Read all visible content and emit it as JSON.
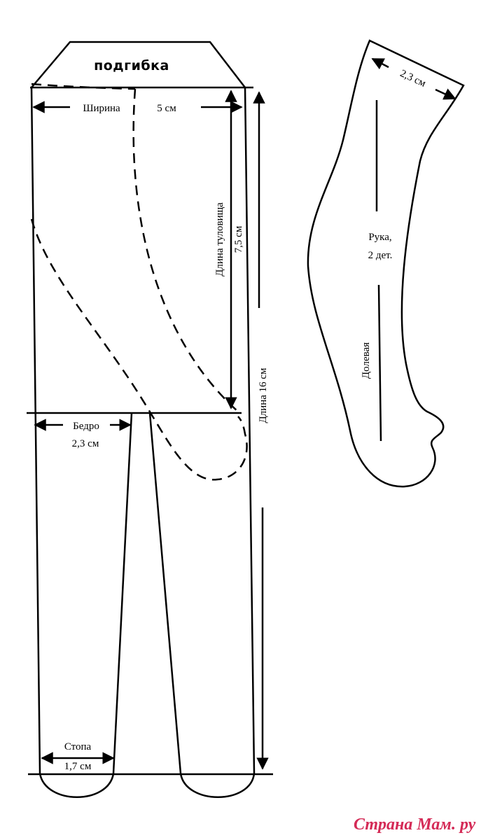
{
  "labels": {
    "fold": "подгибка",
    "width": "Ширина",
    "width_value": "5 см",
    "torso_length": "Длина туловища",
    "torso_value": "7,5 см",
    "total_length": "Длина 16 см",
    "hip": "Бедро",
    "hip_value": "2,3 см",
    "foot": "Стопа",
    "foot_value": "1,7 см",
    "arm": "Рука,",
    "arm_count": "2 дет.",
    "arm_width": "2,3 см",
    "grain": "Долевая"
  },
  "watermark": {
    "brand": "Страна Мам",
    "suffix": ". ру"
  },
  "colors": {
    "line": "#000000",
    "watermark": "#d42a56"
  }
}
